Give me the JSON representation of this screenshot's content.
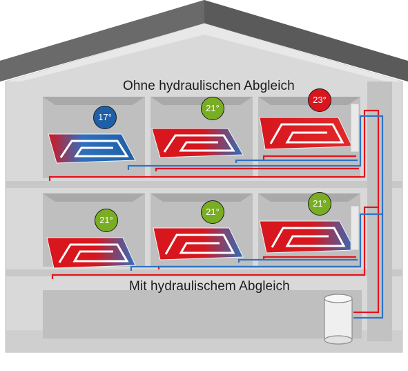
{
  "labels": {
    "top": "Ohne hydraulischen Abgleich",
    "bottom": "Mit hydraulischem Abgleich"
  },
  "colors": {
    "cold": "#1e5fa8",
    "neutral": "#79ad23",
    "warm": "#d7161e",
    "pipe_supply": "#e3141c",
    "pipe_return": "#2f73c4"
  },
  "rooms": [
    {
      "floor": "upper",
      "temp": "17°",
      "status": "cold"
    },
    {
      "floor": "upper",
      "temp": "21°",
      "status": "neutral"
    },
    {
      "floor": "upper",
      "temp": "23°",
      "status": "warm"
    },
    {
      "floor": "lower",
      "temp": "21°",
      "status": "neutral"
    },
    {
      "floor": "lower",
      "temp": "21°",
      "status": "neutral"
    },
    {
      "floor": "lower",
      "temp": "21°",
      "status": "neutral"
    }
  ]
}
